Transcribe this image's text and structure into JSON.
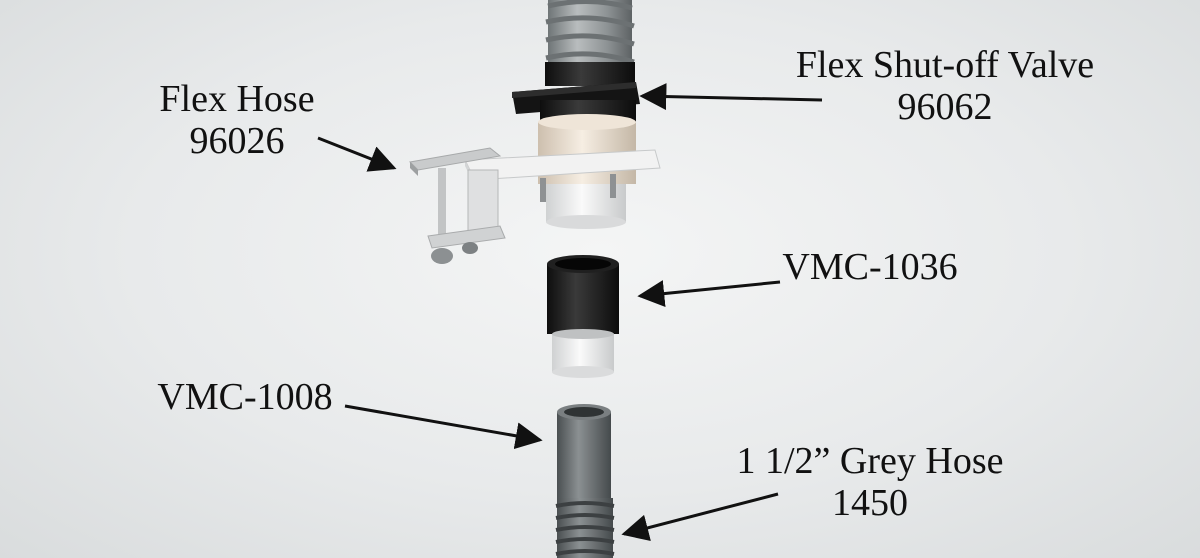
{
  "labels": {
    "flex_hose": {
      "name": "Flex Hose",
      "part": "96026"
    },
    "flex_valve": {
      "name": "Flex Shut-off Valve",
      "part": "96062"
    },
    "vmc_1036": {
      "name": "VMC-1036"
    },
    "vmc_1008": {
      "name": "VMC-1008"
    },
    "grey_hose": {
      "name": "1 1/2” Grey Hose",
      "part": "1450"
    }
  },
  "colors": {
    "background": "#e9ebec",
    "hose_grey": "#8f9496",
    "valve_black": "#1c1c1c",
    "plate_white": "#f1f1f1",
    "collar_cream": "#e8dccb",
    "coupling_black": "#262626"
  }
}
